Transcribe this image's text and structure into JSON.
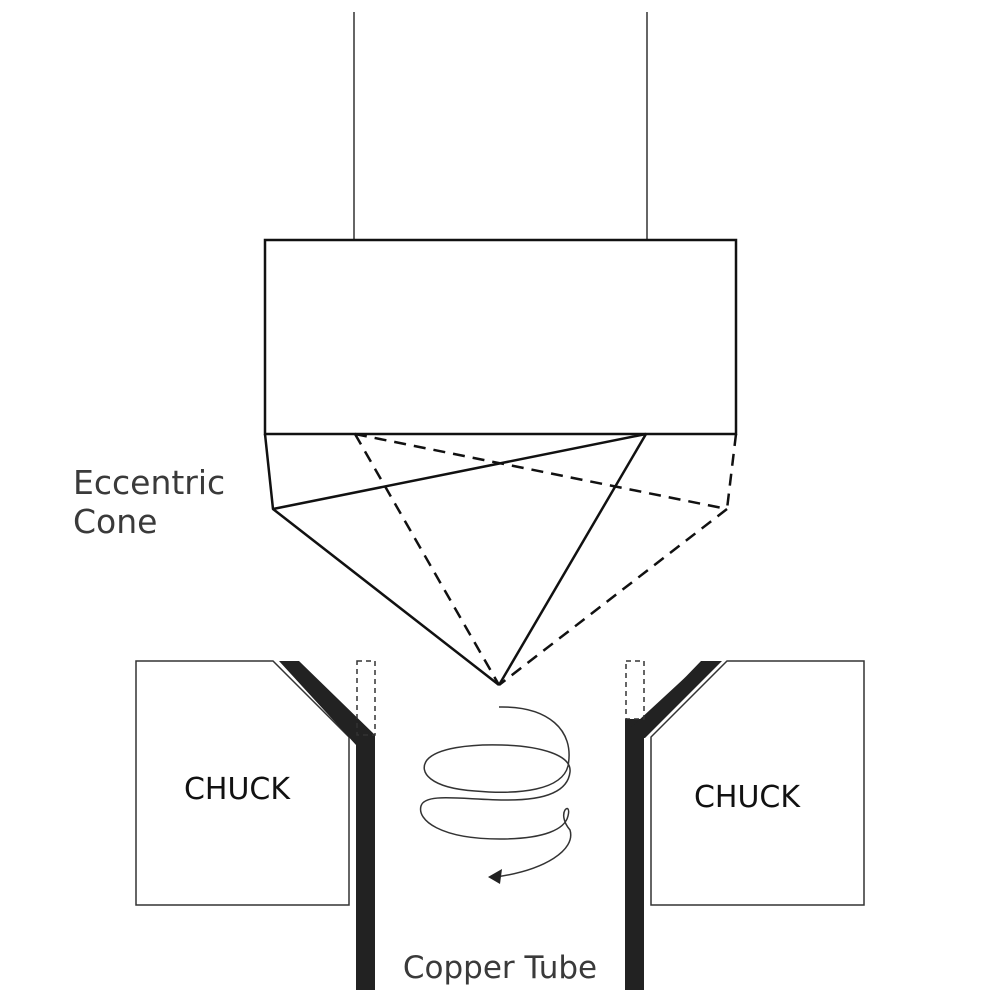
{
  "labels": {
    "cone_line1": "Eccentric",
    "cone_line2": "Cone",
    "chuck_left": "CHUCK",
    "chuck_right": "CHUCK",
    "tube": "Copper Tube"
  },
  "colors": {
    "stroke": "#111111",
    "tube_wall": "#222222",
    "label_text": "#3a3a3a",
    "background": "#ffffff"
  }
}
